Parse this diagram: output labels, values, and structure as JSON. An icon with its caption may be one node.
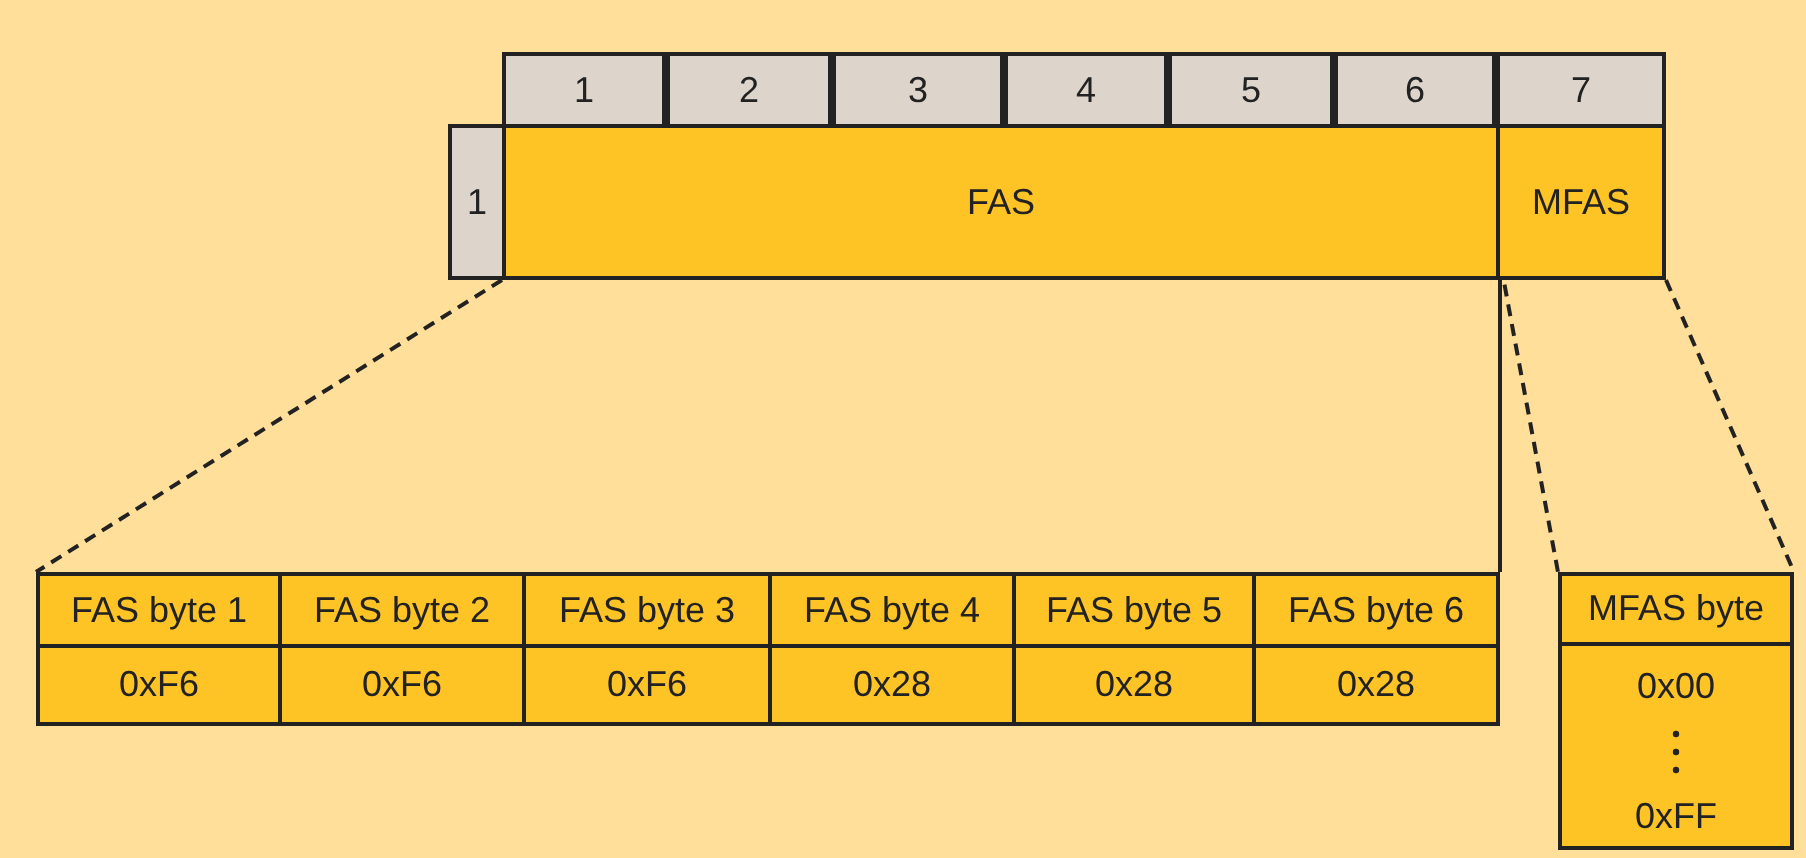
{
  "diagram": {
    "nodes": [
      {
        "text": [
          "1"
        ]
      },
      {
        "text": [
          "2"
        ]
      },
      {
        "text": [
          "3"
        ]
      },
      {
        "text": [
          "4"
        ]
      },
      {
        "text": [
          "5"
        ]
      },
      {
        "text": [
          "6"
        ]
      },
      {
        "text": [
          "7"
        ]
      },
      {
        "text": [
          "1"
        ]
      },
      {
        "text": [
          "FAS"
        ]
      },
      {
        "text": [
          "MFAS"
        ]
      },
      {
        "text": [
          "FAS byte 1",
          "0xF6"
        ]
      },
      {
        "text": [
          "FAS byte 2",
          "0xF6"
        ]
      },
      {
        "text": [
          "FAS byte 3",
          "0xF6"
        ]
      },
      {
        "text": [
          "FAS byte 4",
          "0x28"
        ]
      },
      {
        "text": [
          "FAS byte 5",
          "0x28"
        ]
      },
      {
        "text": [
          "FAS byte 6",
          "0x28"
        ]
      },
      {
        "text": [
          "MFAS byte",
          "0x00",
          "0xFF"
        ]
      }
    ],
    "edges": [
      {
        "from": 8,
        "to": 10,
        "arrow": "none",
        "style": "dashed"
      },
      {
        "from": 8,
        "to": 15,
        "arrow": "none"
      },
      {
        "from": 9,
        "to": 16,
        "arrow": "none",
        "style": "dashed"
      },
      {
        "from": 9,
        "to": 16,
        "arrow": "none",
        "style": "dashed"
      }
    ]
  }
}
